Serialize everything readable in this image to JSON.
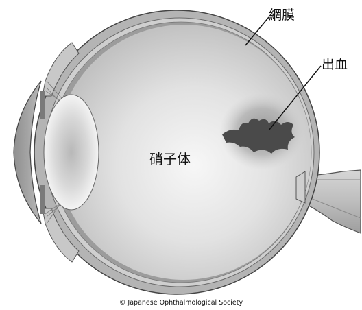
{
  "labels": {
    "retina": "網膜",
    "hemorrhage": "出血",
    "vitreous_body": "硝子体"
  },
  "copyright": "© Japanese Ophthalmological Society",
  "colors": {
    "background": "#ffffff",
    "sclera": "#b4b4b4",
    "vitreous_center": "#f7f7f7",
    "hemorrhage": "#4a4a4a",
    "line": "#111111"
  }
}
